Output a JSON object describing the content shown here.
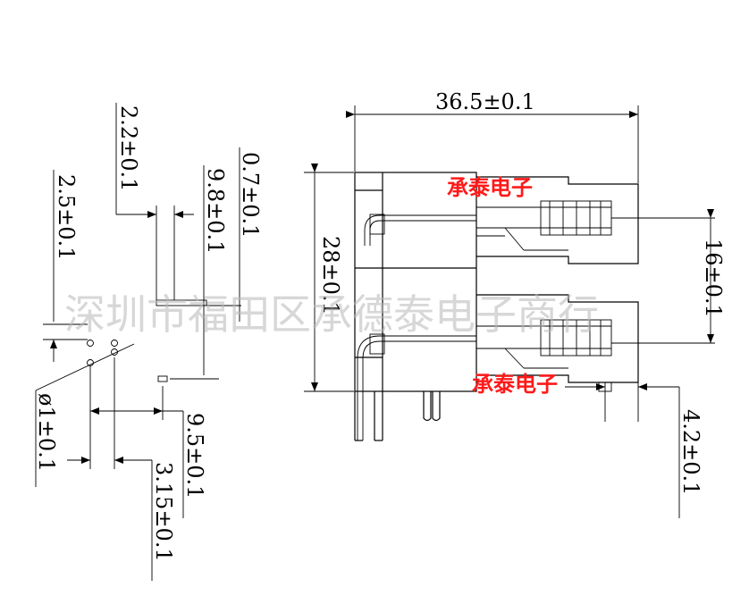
{
  "dimensions": {
    "width": "36.5±0.1",
    "height": "28±0.1",
    "port_spacing": "16±0.1",
    "front_offset": "4.2±0.1",
    "pin_2_2": "2.2±0.1",
    "pin_0_7": "0.7±0.1",
    "pin_9_8": "9.8±0.1",
    "pin_2_5": "2.5±0.1",
    "hole_dia": "ø1±0.1",
    "pin_9_5": "9.5±0.1",
    "pin_3_15": "3.15±0.1"
  },
  "labels": {
    "brand_top": "承泰电子",
    "brand_bottom": "承泰电子",
    "watermark": "深圳市福田区承德泰电子商行"
  }
}
